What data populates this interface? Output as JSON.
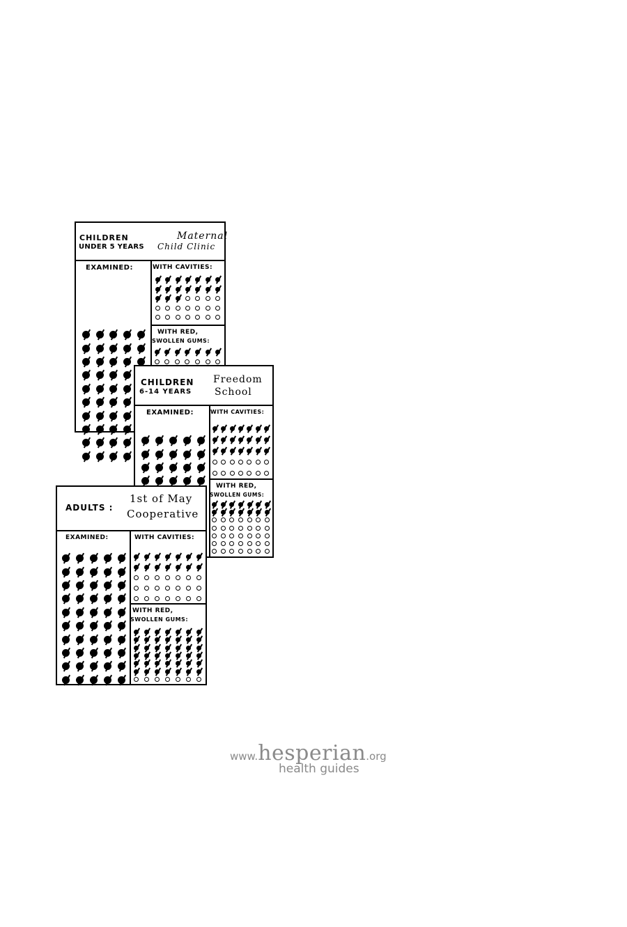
{
  "cards": [
    {
      "group_line1": "CHILDREN",
      "group_line2": "UNDER 5 YEARS",
      "place_line1": "Maternal",
      "place_line2": "Child Clinic",
      "examined_label": "EXAMINED:",
      "cavities_label": "WITH CAVITIES:",
      "gums_label_line1": "WITH RED,",
      "gums_label_line2": "SWOLLEN GUMS:",
      "examined": {
        "cols": 5,
        "total": 50,
        "marked": 50
      },
      "cavities": {
        "cols": 7,
        "total": 35,
        "marked": 17
      },
      "gums": {
        "cols": 7,
        "total": 14,
        "marked": 7
      }
    },
    {
      "group_line1": "CHILDREN",
      "group_line2": "6-14 YEARS",
      "place_line1": "Freedom",
      "place_line2": "School",
      "examined_label": "EXAMINED:",
      "cavities_label": "WITH CAVITIES:",
      "gums_label_line1": "WITH RED,",
      "gums_label_line2": "SWOLLEN GUMS:",
      "examined": {
        "cols": 5,
        "total": 25,
        "marked": 25
      },
      "cavities": {
        "cols": 7,
        "total": 35,
        "marked": 21
      },
      "gums": {
        "cols": 7,
        "total": 49,
        "marked": 14
      }
    },
    {
      "group_line1": "ADULTS :",
      "place_line1": "1st of May",
      "place_line2": "Cooperative",
      "examined_label": "EXAMINED:",
      "cavities_label": "WITH CAVITIES:",
      "gums_label_line1": "WITH RED,",
      "gums_label_line2": "SWOLLEN GUMS:",
      "examined": {
        "cols": 5,
        "total": 50,
        "marked": 50
      },
      "cavities": {
        "cols": 7,
        "total": 35,
        "marked": 14
      },
      "gums": {
        "cols": 7,
        "total": 49,
        "marked": 42
      }
    }
  ],
  "footer": {
    "www": "www.",
    "brand": "hesperian",
    "org": ".org",
    "tagline": "health guides"
  }
}
